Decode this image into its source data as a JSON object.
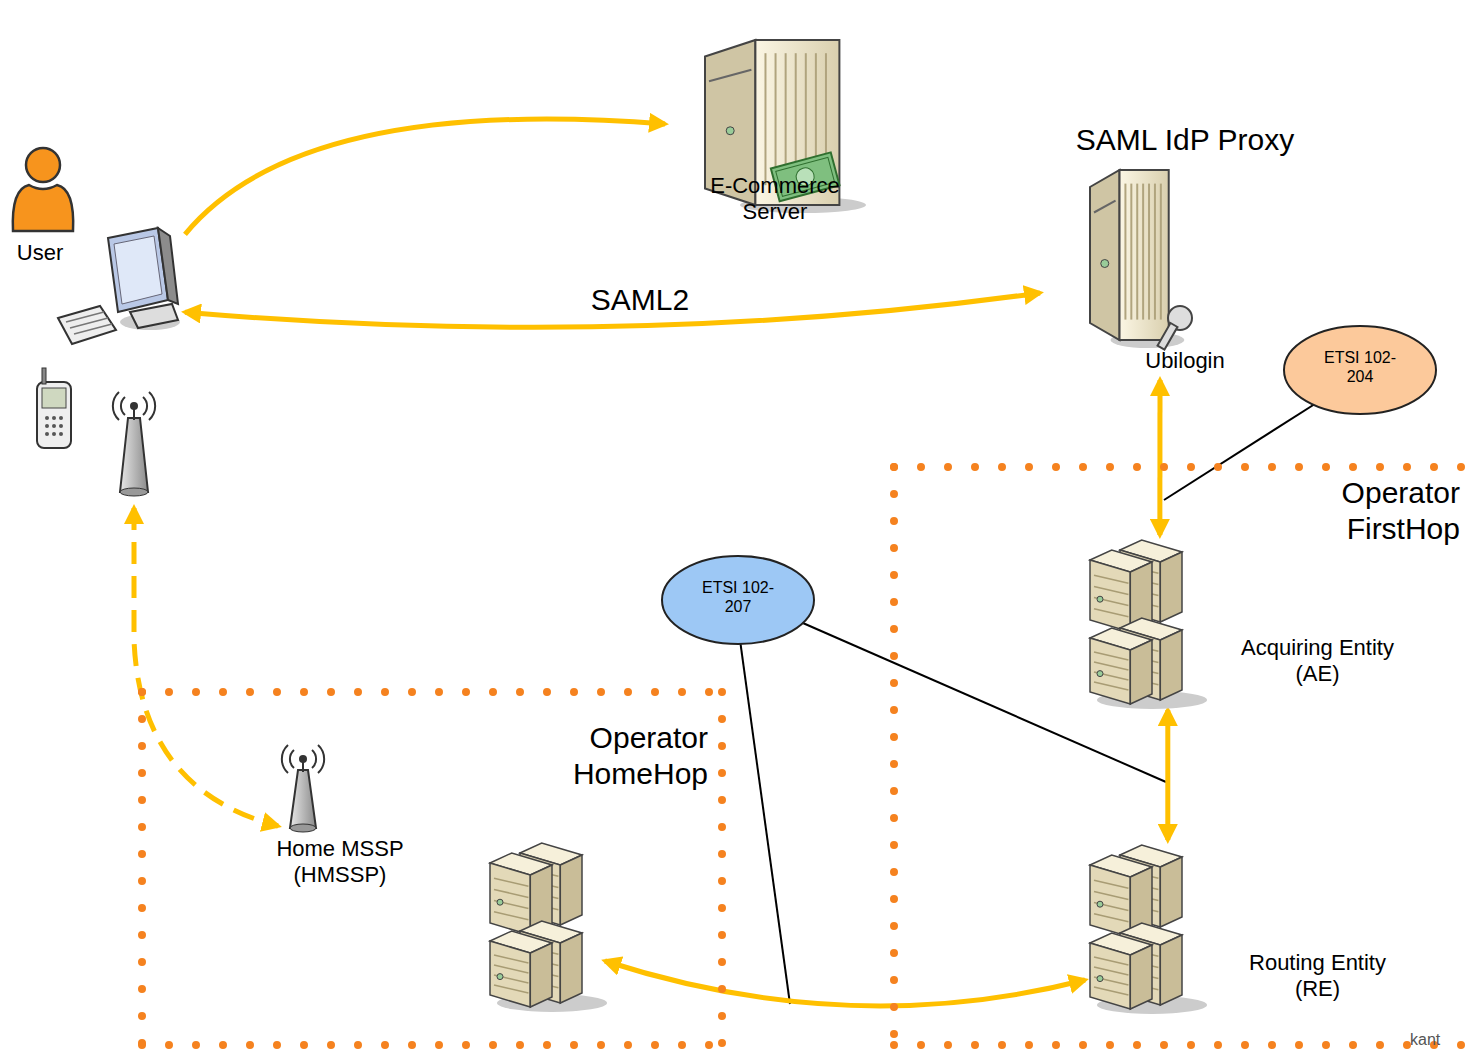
{
  "diagram": {
    "nodes": [
      {
        "text": [
          "User"
        ]
      },
      {
        "text": [
          "E-Commerce Server"
        ]
      },
      {
        "text": [
          "SAML IdP Proxy",
          "Ubilogin"
        ]
      },
      {
        "text": [
          "ETSI 102-204"
        ]
      },
      {
        "text": [
          "Operator FirstHop"
        ]
      },
      {
        "text": [
          "Acquiring Entity (AE)"
        ],
        "in": 4
      },
      {
        "text": [
          "ETSI 102-207"
        ]
      },
      {
        "text": [
          "Operator HomeHop"
        ]
      },
      {
        "text": [
          "Home MSSP (HMSSP)"
        ],
        "in": 7
      },
      {
        "text": [
          "Routing Entity (RE)"
        ],
        "in": 4
      }
    ],
    "edges": [
      {
        "from": 0,
        "to": 1,
        "arrow": "to"
      },
      {
        "from": 0,
        "to": 2,
        "label": "SAML2",
        "arrow": "both"
      },
      {
        "from": 2,
        "to": 5,
        "arrow": "both"
      },
      {
        "from": 5,
        "to": 9,
        "arrow": "both"
      },
      {
        "from": 9,
        "to": 8,
        "arrow": "both"
      }
    ],
    "labels": [
      "kant"
    ]
  }
}
